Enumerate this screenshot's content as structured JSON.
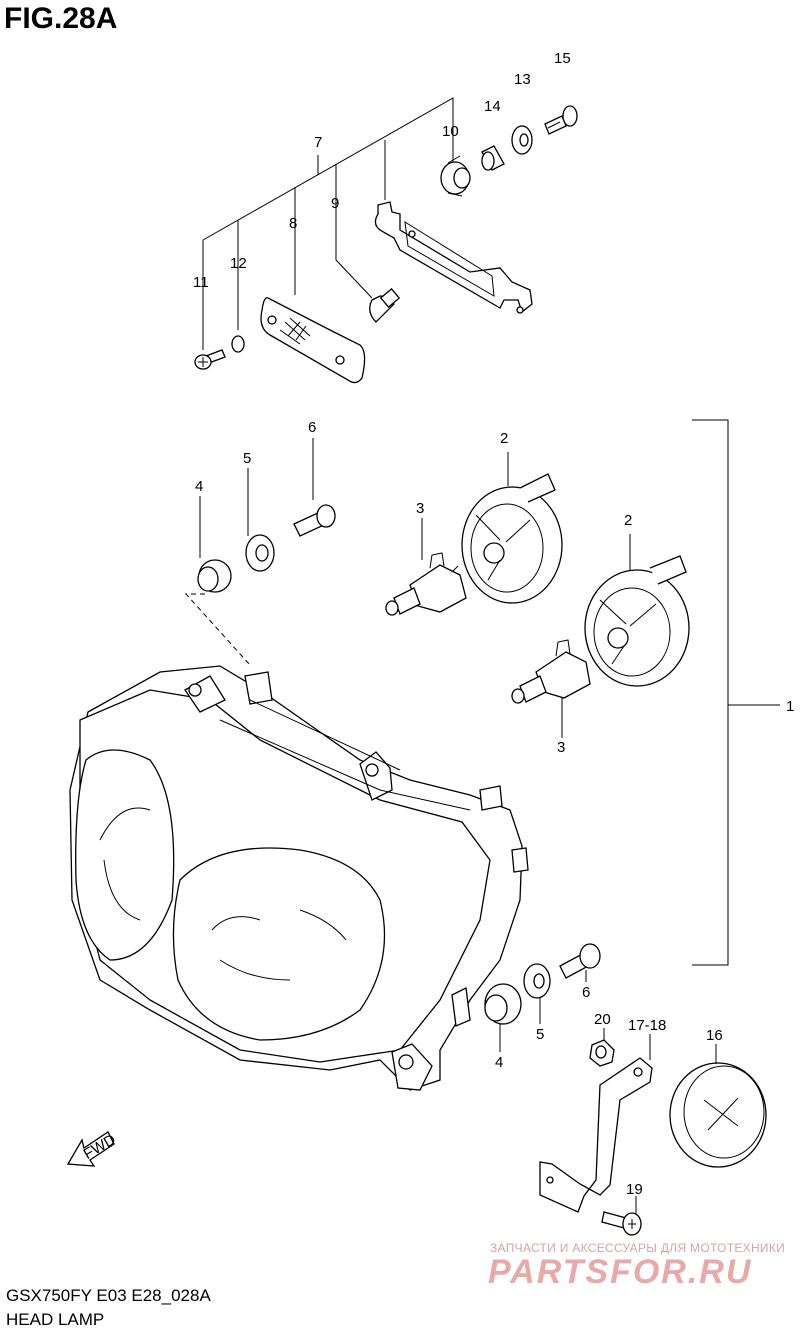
{
  "figure": {
    "title": "FIG.28A",
    "caption_model": "GSX750FY E03 E28_028A",
    "caption_name": "HEAD LAMP"
  },
  "callouts": {
    "c1": "1",
    "c2a": "2",
    "c2b": "2",
    "c3a": "3",
    "c3b": "3",
    "c4a": "4",
    "c4b": "4",
    "c5a": "5",
    "c5b": "5",
    "c6a": "6",
    "c6b": "6",
    "c7": "7",
    "c8": "8",
    "c9": "9",
    "c10": "10",
    "c11": "11",
    "c12": "12",
    "c13": "13",
    "c14": "14",
    "c15": "15",
    "c16": "16",
    "c1718": "17-18",
    "c19": "19",
    "c20": "20"
  },
  "fwd_label": "FWD",
  "watermark": {
    "tagline": "ЗАПЧАСТИ И АКСЕССУАРЫ ДЛЯ МОТОТЕХНИКИ",
    "logo": "PARTSFOR.RU"
  }
}
